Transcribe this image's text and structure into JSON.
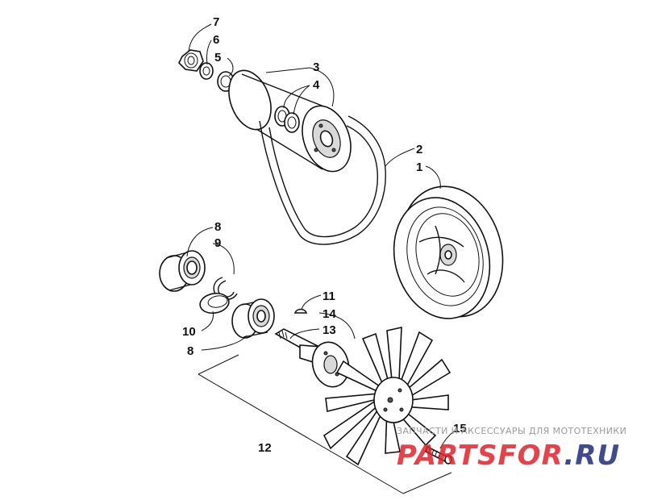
{
  "callouts": {
    "c7": "7",
    "c6": "6",
    "c5": "5",
    "c3": "3",
    "c4": "4",
    "c2": "2",
    "c1": "1",
    "c8a": "8",
    "c9": "9",
    "c11": "11",
    "c14": "14",
    "c13": "13",
    "c10": "10",
    "c8b": "8",
    "c12": "12",
    "c15": "15"
  },
  "watermark": {
    "caption": "ЗАПЧАСТИ И АКСЕССУАРЫ ДЛЯ МОТОТЕХНИКИ",
    "brand_main": "PARTSFOR",
    "brand_suffix": ".RU",
    "brand_color": "#e3202a",
    "brand_suffix_color": "#1f2a7a"
  },
  "colors": {
    "line": "#111111",
    "background": "#ffffff"
  }
}
